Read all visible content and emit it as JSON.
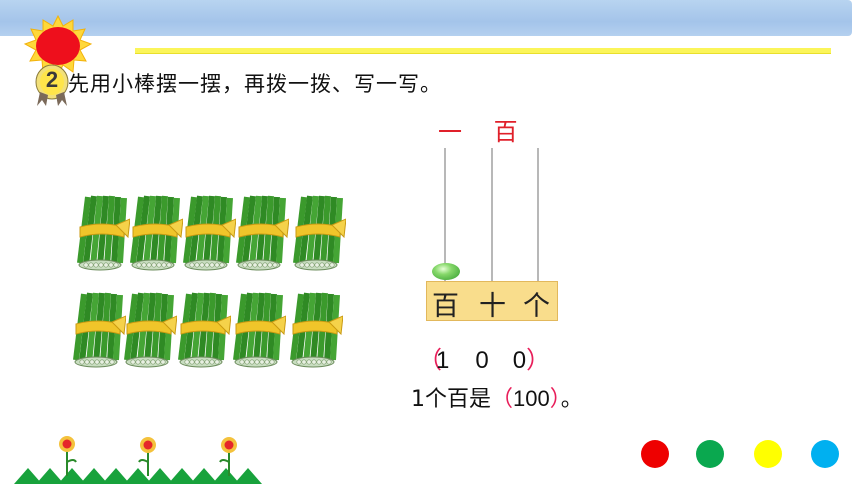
{
  "header": {
    "question_number": "2",
    "instruction": "先用小棒摆一摆，再拨一拨、写一写。"
  },
  "bundles": {
    "count": 10,
    "caption_text": ""
  },
  "abacus": {
    "heading": "一 百",
    "columns": [
      "百",
      "十",
      "个"
    ],
    "beads": [
      1,
      0,
      0
    ]
  },
  "answer": {
    "open_paren": "（",
    "digits": [
      "1",
      "0",
      "0"
    ],
    "close_paren": "）"
  },
  "sentence": {
    "prefix": "1个百是",
    "open_paren": "（",
    "value": "100",
    "close_paren": "）",
    "suffix": "。"
  },
  "nav_dots": [
    {
      "name": "red",
      "color": "#ee0000"
    },
    {
      "name": "green",
      "color": "#0aa84f"
    },
    {
      "name": "yellow",
      "color": "#ffff00"
    },
    {
      "name": "blue",
      "color": "#00b0f0"
    }
  ],
  "colors": {
    "banner": "#a4c4ea",
    "underline": "#fbf55a",
    "accent_red": "#e0202a",
    "paren_pink": "#e81e5a",
    "place_box": "#f9dd8c"
  }
}
